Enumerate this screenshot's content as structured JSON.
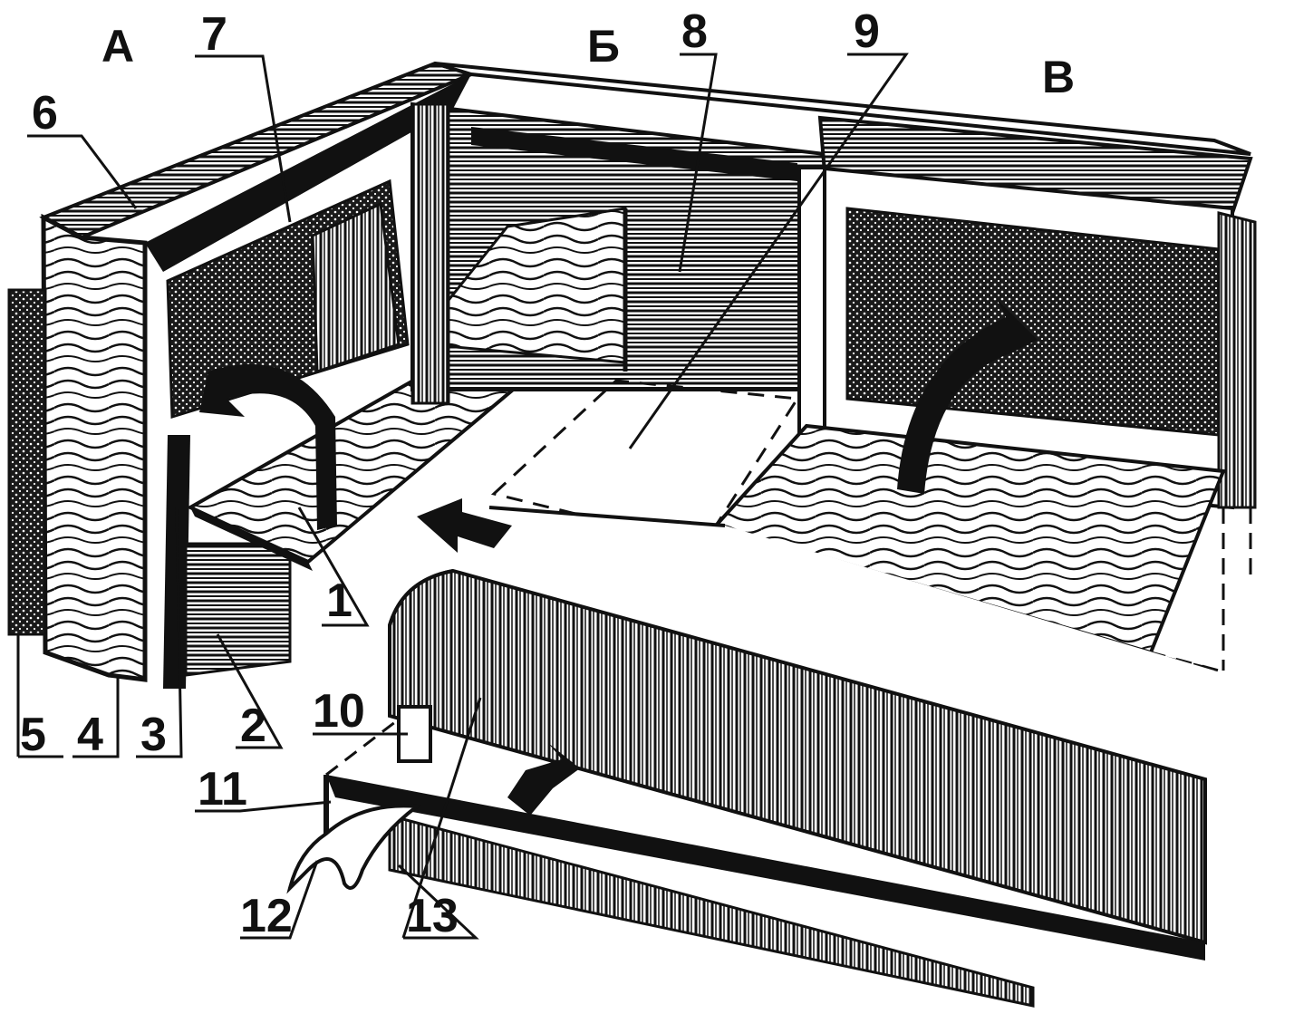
{
  "sections": {
    "a": "А",
    "b": "Б",
    "c": "В"
  },
  "parts": [
    "1",
    "2",
    "3",
    "4",
    "5",
    "6",
    "7",
    "8",
    "9",
    "10",
    "11",
    "12",
    "13"
  ],
  "colors": {
    "ink": "#111111",
    "paper": "#ffffff",
    "foam": "#2a2a2a"
  }
}
